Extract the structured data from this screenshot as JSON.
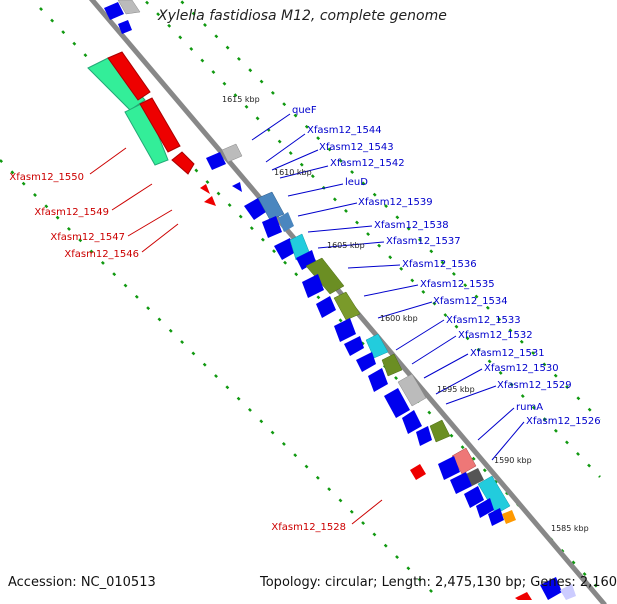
{
  "title": "Xylella fastidiosa M12, complete genome",
  "footer": {
    "accession": "Accession: NC_010513",
    "topology": "Topology: circular; Length: 2,475,130 bp; Genes: 2,160"
  },
  "colors": {
    "backbone": "#888888",
    "blue_gene": "#0000ee",
    "red_gene": "#ee0000",
    "guide_dots": "#119911",
    "teal": "#33ee99",
    "steel": "#4a86bf",
    "cyan": "#22ccdd",
    "olive": "#6b8e23",
    "olive_light": "#7a9a2a",
    "grey": "#bbbbbb",
    "salmon": "#ee7777",
    "orange": "#ff9900"
  },
  "kbp_ticks": [
    "1615 kbp",
    "1610 kbp",
    "1605 kbp",
    "1600 kbp",
    "1595 kbp",
    "1590 kbp",
    "1585 kbp"
  ],
  "right_labels": [
    "queF",
    "Xfasm12_1544",
    "Xfasm12_1543",
    "Xfasm12_1542",
    "leuD",
    "Xfasm12_1539",
    "Xfasm12_1538",
    "Xfasm12_1537",
    "Xfasm12_1536",
    "Xfasm12_1535",
    "Xfasm12_1534",
    "Xfasm12_1533",
    "Xfasm12_1532",
    "Xfasm12_1531",
    "Xfasm12_1530",
    "Xfasm12_1529",
    "rumA",
    "Xfasm12_1526"
  ],
  "left_labels": [
    "Xfasm12_1550",
    "Xfasm12_1549",
    "Xfasm12_1547",
    "Xfasm12_1546",
    "Xfasm12_1528"
  ]
}
